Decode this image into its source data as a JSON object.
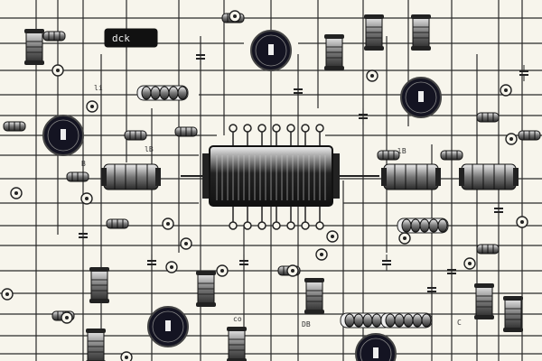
{
  "scene": {
    "subject": "electronic-circuit-schematic-illustration",
    "palette": {
      "paper": "#f7f5ec",
      "ink": "#1a1a1a",
      "wire": "#2a2a2a",
      "dial": "#141422",
      "metal": "#8f8f8f",
      "highlight": "#e8e8e8"
    }
  },
  "labels": {
    "display_top": "dck",
    "label_b": "B",
    "label_ib": "lB",
    "label_co": "co",
    "label_c1": "C",
    "label_db": "DB",
    "label_lb": "lB",
    "label_li": "li"
  },
  "icons": [
    "dial-gauge-icon",
    "vacuum-tube-icon",
    "resistor-icon",
    "capacitor-icon",
    "inductor-icon",
    "ic-chip-icon"
  ]
}
